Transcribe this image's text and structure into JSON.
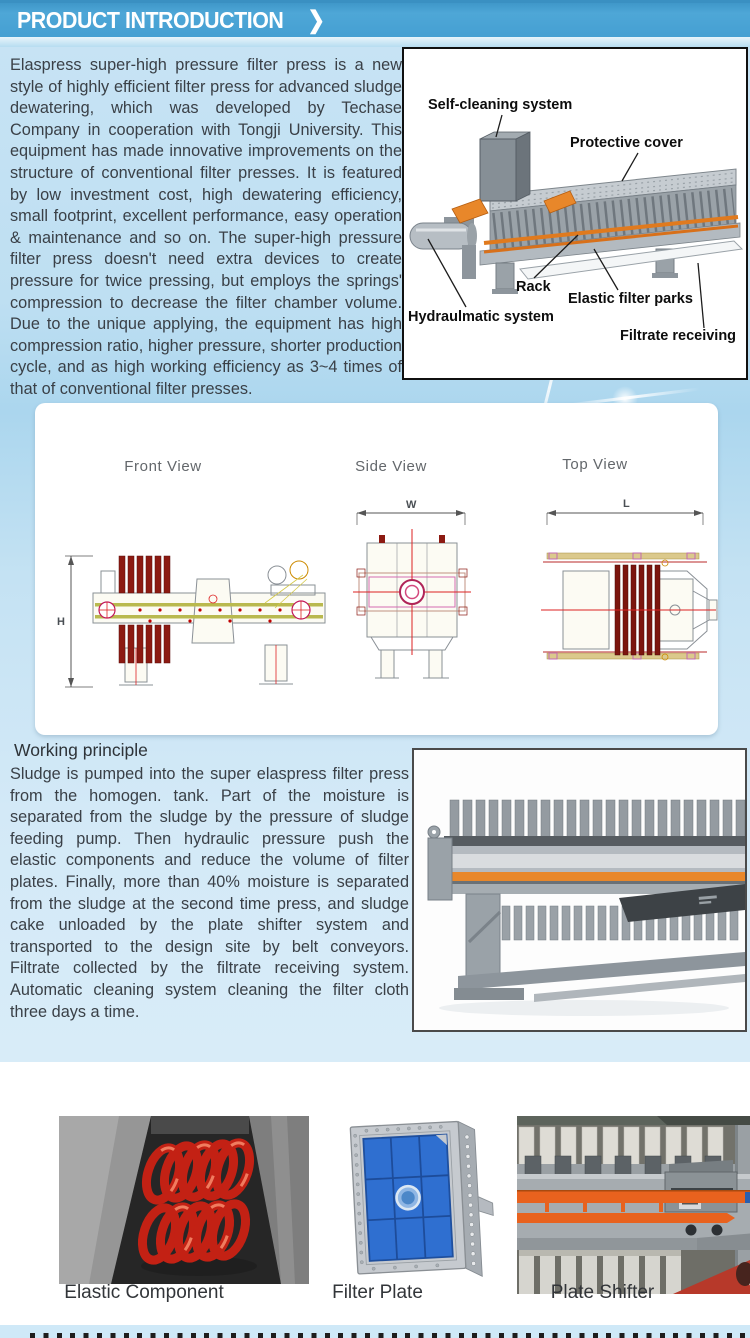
{
  "header": {
    "title": "PRODUCT INTRODUCTION",
    "chevron": "❯"
  },
  "intro": {
    "text": "Elaspress super-high pressure filter press is a new style of highly efficient filter press for advanced sludge dewatering, which was developed by Techase Company in cooperation with Tongji University. This equipment has made innovative improvements on the structure of conventional filter presses. It is featured by low investment cost, high dewatering efficiency, small footprint, excellent performance, easy operation & maintenance and so on. The super-high pressure filter press doesn't need extra devices to create pressure for twice pressing, but employs the springs' compression to decrease the filter chamber volume. Due to the unique applying, the equipment has high compression ratio, higher pressure, shorter production cycle, and as high working efficiency as 3~4 times of that of conventional filter presses."
  },
  "diagram": {
    "labels": [
      {
        "text": "Self-cleaning system"
      },
      {
        "text": "Protective cover"
      },
      {
        "text": "Rack"
      },
      {
        "text": "Elastic filter parks"
      },
      {
        "text": "Hydraulmatic system"
      },
      {
        "text": "Filtrate receiving"
      }
    ]
  },
  "views": {
    "front_label": "Front View",
    "side_label": "Side View",
    "top_label": "Top View",
    "dim_h": "H",
    "dim_w": "W",
    "dim_l": "L"
  },
  "working": {
    "heading": "Working principle",
    "text": "Sludge is pumped into the super elaspress filter press from the homogen. tank. Part of the moisture is separated from the sludge by the pressure of sludge feeding pump. Then hydraulic pressure push the elastic components and reduce the volume of filter plates. Finally, more than 40% moisture is separated from the sludge at the second time press, and sludge cake unloaded by the plate shifter system and transported to the design site by belt conveyors. Filtrate collected by the filtrate receiving system. Automatic cleaning system cleaning the filter cloth three days a time."
  },
  "gallery": {
    "items": [
      {
        "caption": "Elastic Component"
      },
      {
        "caption": "Filter Plate"
      },
      {
        "caption": "Plate Shifter"
      }
    ]
  },
  "colors": {
    "header_blue": "#459fd2",
    "content_blue": "#c7e3f4",
    "accent_orange": "#e8781e",
    "spring_red": "#c32114",
    "plate_blue": "#2f6fd0",
    "floor_red": "#b7392a"
  }
}
